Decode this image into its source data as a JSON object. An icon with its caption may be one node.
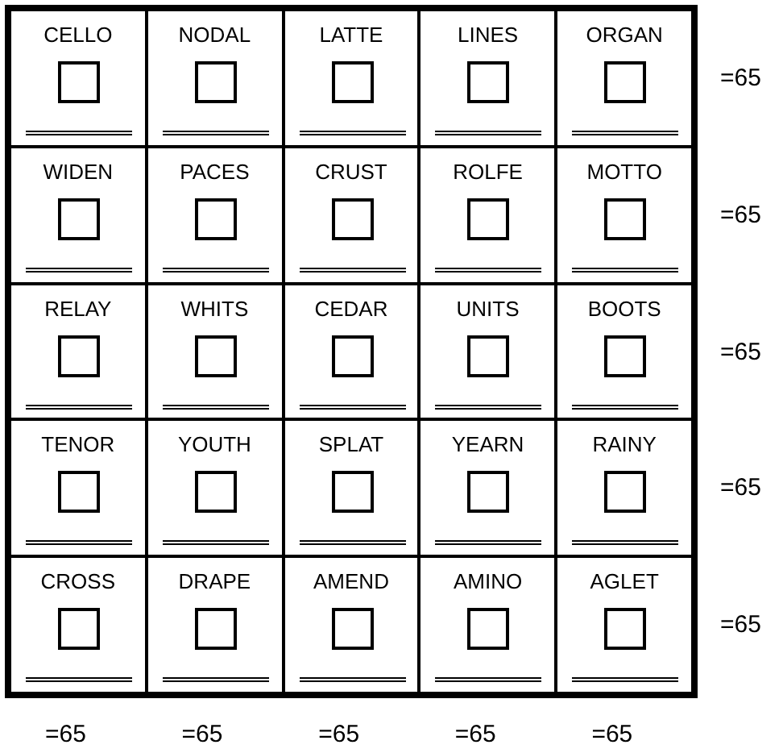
{
  "diagram": {
    "nodes": [
      {
        "text": [
          "CELLO"
        ]
      },
      {
        "text": [
          "NODAL"
        ]
      },
      {
        "text": [
          "LATTE"
        ]
      },
      {
        "text": [
          "LINES"
        ]
      },
      {
        "text": [
          "ORGAN"
        ]
      },
      {
        "text": [
          "WIDEN"
        ]
      },
      {
        "text": [
          "PACES"
        ]
      },
      {
        "text": [
          "CRUST"
        ]
      },
      {
        "text": [
          "ROLFE"
        ]
      },
      {
        "text": [
          "MOTTO"
        ]
      },
      {
        "text": [
          "RELAY"
        ]
      },
      {
        "text": [
          "WHITS"
        ]
      },
      {
        "text": [
          "CEDAR"
        ]
      },
      {
        "text": [
          "UNITS"
        ]
      },
      {
        "text": [
          "BOOTS"
        ]
      },
      {
        "text": [
          "TENOR"
        ]
      },
      {
        "text": [
          "YOUTH"
        ]
      },
      {
        "text": [
          "SPLAT"
        ]
      },
      {
        "text": [
          "YEARN"
        ]
      },
      {
        "text": [
          "RAINY"
        ]
      },
      {
        "text": [
          "CROSS"
        ]
      },
      {
        "text": [
          "DRAPE"
        ]
      },
      {
        "text": [
          "AMEND"
        ]
      },
      {
        "text": [
          "AMINO"
        ]
      },
      {
        "text": [
          "AGLET"
        ]
      }
    ],
    "labels": [
      "=65",
      "=65",
      "=65",
      "=65",
      "=65",
      "=65",
      "=65",
      "=65",
      "=65",
      "=65"
    ]
  }
}
